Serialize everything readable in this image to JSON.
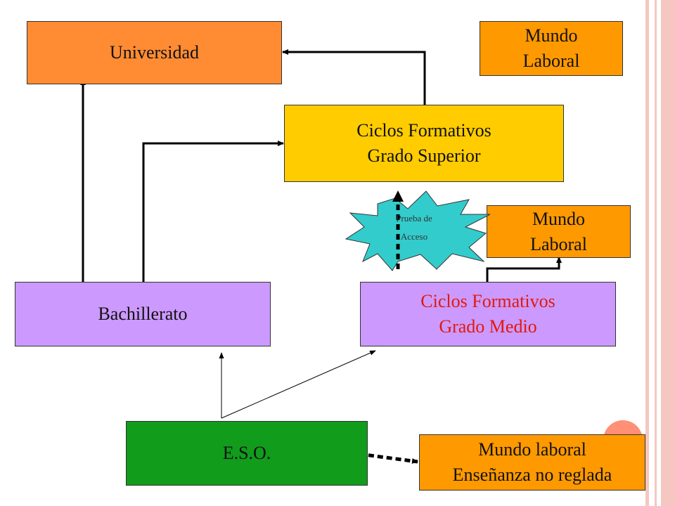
{
  "colors": {
    "orange": "#ff8c33",
    "amber": "#ff9900",
    "yellow": "#ffcc00",
    "lavender": "#cc99ff",
    "green": "#119c1c",
    "cyan": "#33cccc",
    "red_text": "#e0190c",
    "stripe": "#f6c7c0",
    "circle": "#ff8f75"
  },
  "nodes": {
    "universidad": {
      "line1": "Universidad"
    },
    "mundo_laboral_top": {
      "line1": "Mundo",
      "line2": "Laboral"
    },
    "ciclos_superior": {
      "line1": "Ciclos Formativos",
      "line2": "Grado Superior"
    },
    "prueba_acceso": {
      "line1": "Prueba de",
      "line2": "Acceso"
    },
    "mundo_laboral_mid": {
      "line1": "Mundo",
      "line2": "Laboral"
    },
    "bachillerato": {
      "line1": "Bachillerato"
    },
    "ciclos_medio": {
      "line1": "Ciclos Formativos",
      "line2": "Grado Medio"
    },
    "eso": {
      "line1": "E.S.O."
    },
    "mundo_laboral_bottom": {
      "line1": "Mundo laboral",
      "line2": "Enseñanza no reglada"
    }
  },
  "connections": [
    {
      "from": "Ciclos Formativos Grado Superior",
      "to": "Universidad",
      "style": "solid"
    },
    {
      "from": "Bachillerato",
      "to": "Universidad",
      "style": "solid"
    },
    {
      "from": "Bachillerato",
      "to": "Ciclos Formativos Grado Superior",
      "style": "solid"
    },
    {
      "from": "Ciclos Formativos Grado Medio",
      "to": "Ciclos Formativos Grado Superior",
      "style": "dotted"
    },
    {
      "from": "Ciclos Formativos Grado Medio",
      "to": "Mundo Laboral",
      "style": "solid"
    },
    {
      "from": "E.S.O.",
      "to": "Bachillerato",
      "style": "thin"
    },
    {
      "from": "E.S.O.",
      "to": "Ciclos Formativos Grado Medio",
      "style": "thin"
    },
    {
      "from": "E.S.O.",
      "to": "Mundo laboral Enseñanza no reglada",
      "style": "dotted"
    }
  ]
}
